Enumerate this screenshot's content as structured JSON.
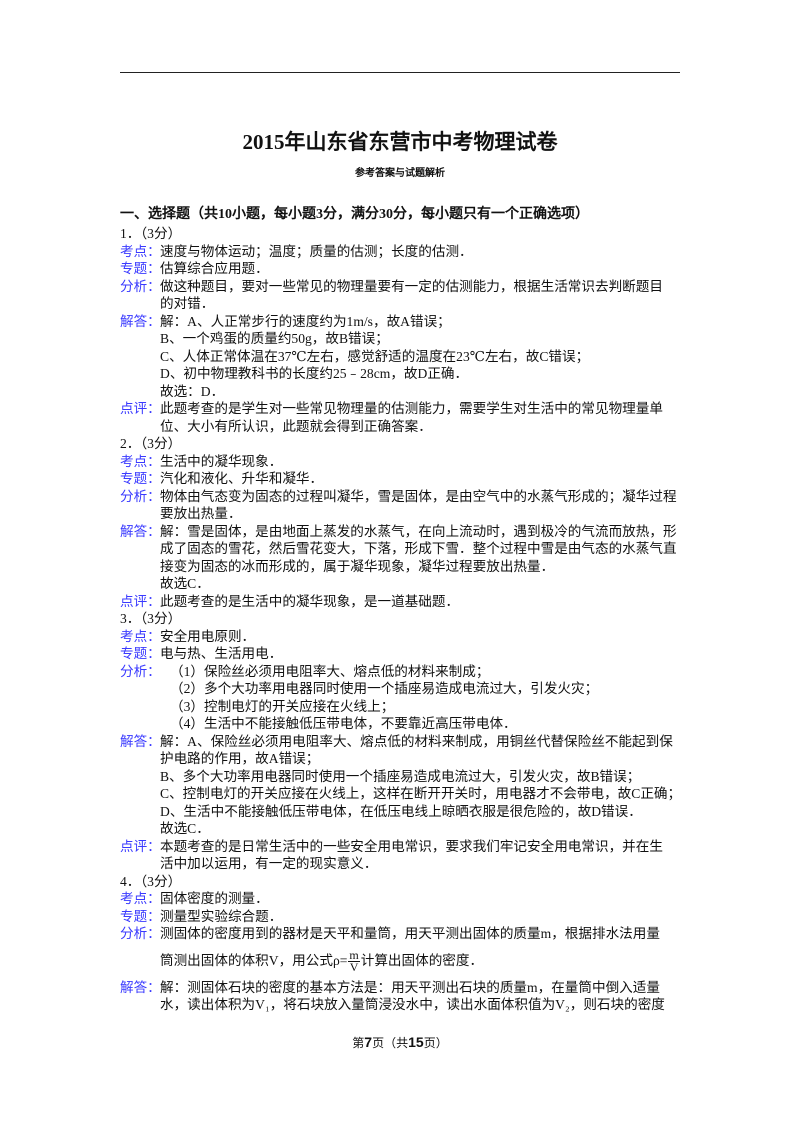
{
  "header": {
    "title": "2015年山东省东营市中考物理试卷",
    "subtitle": "参考答案与试题解析"
  },
  "section": "一、选择题（共10小题，每小题3分，满分30分，每小题只有一个正确选项）",
  "colors": {
    "label": "#3a3aff",
    "text": "#111111"
  },
  "questions": [
    {
      "head": "1．（3分）",
      "entries": [
        {
          "label": "考点：",
          "lines": [
            "速度与物体运动；温度；质量的估测；长度的估测．"
          ]
        },
        {
          "label": "专题：",
          "lines": [
            "估算综合应用题．"
          ]
        },
        {
          "label": "分析：",
          "lines": [
            "做这种题目，要对一些常见的物理量要有一定的估测能力，根据生活常识去判断题目",
            "的对错．"
          ]
        },
        {
          "label": "解答：",
          "lines": [
            "解：A、人正常步行的速度约为1m/s，故A错误；",
            "B、一个鸡蛋的质量约50g，故B错误；",
            "C、人体正常体温在37℃左右，感觉舒适的温度在23℃左右，故C错误；",
            "D、初中物理教科书的长度约25﹣28cm，故D正确．",
            "故选：D．"
          ]
        },
        {
          "label": "点评：",
          "lines": [
            "此题考查的是学生对一些常见物理量的估测能力，需要学生对生活中的常见物理量单",
            "位、大小有所认识，此题就会得到正确答案．"
          ]
        }
      ]
    },
    {
      "head": "2．（3分）",
      "entries": [
        {
          "label": "考点：",
          "lines": [
            "生活中的凝华现象．"
          ]
        },
        {
          "label": "专题：",
          "lines": [
            "汽化和液化、升华和凝华．"
          ]
        },
        {
          "label": "分析：",
          "lines": [
            "物体由气态变为固态的过程叫凝华，雪是固体，是由空气中的水蒸气形成的；凝华过程",
            "要放出热量．"
          ]
        },
        {
          "label": "解答：",
          "lines": [
            "解：雪是固体，是由地面上蒸发的水蒸气，在向上流动时，遇到极冷的气流而放热，形",
            "成了固态的雪花，然后雪花变大，下落，形成下雪．整个过程中雪是由气态的水蒸气直",
            "接变为固态的冰而形成的，属于凝华现象，凝华过程要放出热量．",
            "故选C．"
          ]
        },
        {
          "label": "点评：",
          "lines": [
            "此题考查的是生活中的凝华现象，是一道基础题．"
          ]
        }
      ]
    },
    {
      "head": "3．（3分）",
      "entries": [
        {
          "label": "考点：",
          "lines": [
            "安全用电原则．"
          ]
        },
        {
          "label": "专题：",
          "lines": [
            "电与热、生活用电．"
          ]
        },
        {
          "label": "分析：",
          "lines": [
            "（1）保险丝必须用电阻率大、熔点低的材料来制成；",
            "（2）多个大功率用电器同时使用一个插座易造成电流过大，引发火灾；",
            "（3）控制电灯的开关应接在火线上；",
            "（4）生活中不能接触低压带电体，不要靠近高压带电体．"
          ],
          "indent": true
        },
        {
          "label": "解答：",
          "lines": [
            "解：A、保险丝必须用电阻率大、熔点低的材料来制成，用铜丝代替保险丝不能起到保",
            "护电路的作用，故A错误；",
            "B、多个大功率用电器同时使用一个插座易造成电流过大，引发火灾，故B错误；",
            "C、控制电灯的开关应接在火线上，这样在断开开关时，用电器才不会带电，故C正确；",
            "D、生活中不能接触低压带电体，在低压电线上晾晒衣服是很危险的，故D错误．",
            "故选C．"
          ]
        },
        {
          "label": "点评：",
          "lines": [
            "本题考查的是日常生活中的一些安全用电常识，要求我们牢记安全用电常识，并在生",
            "活中加以运用，有一定的现实意义．"
          ]
        }
      ]
    },
    {
      "head": "4．（3分）",
      "entries": [
        {
          "label": "考点：",
          "lines": [
            "固体密度的测量．"
          ]
        },
        {
          "label": "专题：",
          "lines": [
            "测量型实验综合题．"
          ]
        },
        {
          "label": "分析：",
          "lines": [
            "测固体的密度用到的器材是天平和量筒，用天平测出固体的质量m，根据排水法用量"
          ],
          "formula_line": {
            "before": "筒测出固体的体积V，用公式ρ=",
            "numerator": "m",
            "denominator": "V",
            "after": "计算出固体的密度．"
          }
        },
        {
          "label": "解答：",
          "lines": [
            "解：测固体石块的密度的基本方法是：用天平测出石块的质量m，在量筒中倒入适量",
            "水，读出体积为V₁，将石块放入量筒浸没水中，读出水面体积值为V₂，则石块的密度"
          ]
        }
      ]
    }
  ],
  "footer": {
    "prefix": "第",
    "page": "7",
    "mid": "页（共",
    "total": "15",
    "suffix": "页）"
  }
}
